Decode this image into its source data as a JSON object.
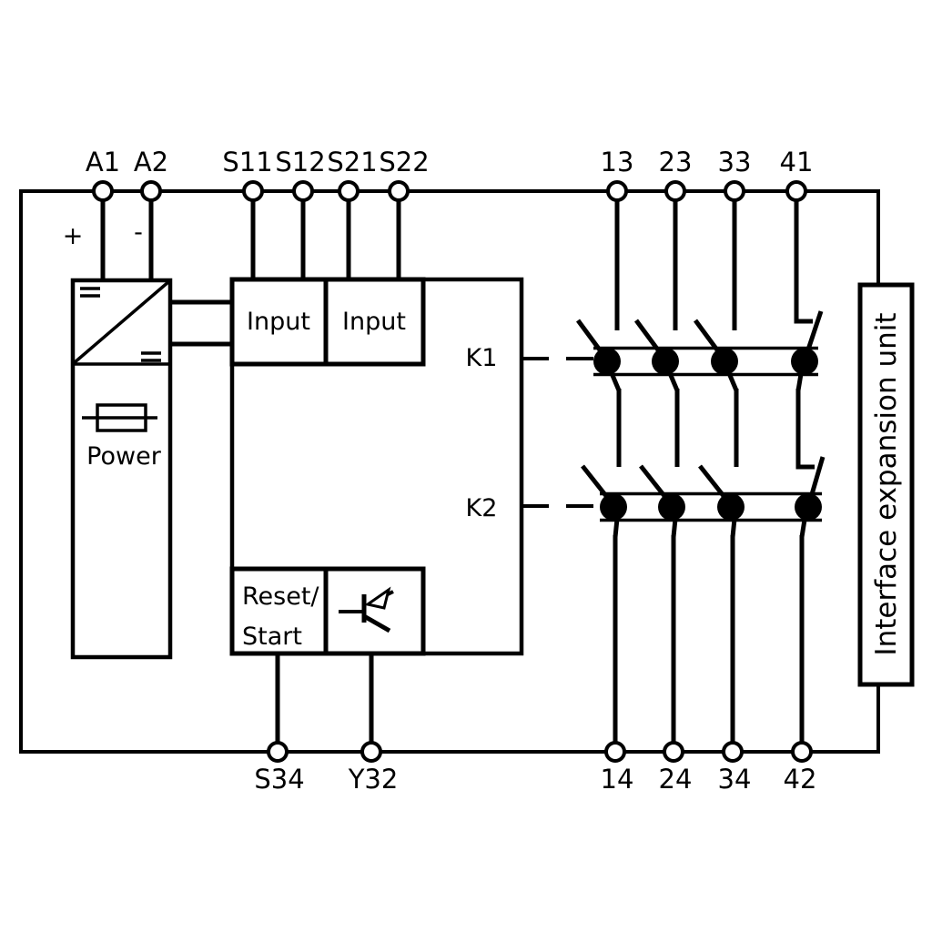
{
  "colors": {
    "line": "#000000",
    "background": "#ffffff"
  },
  "labels": {
    "top_terminals": [
      "A1",
      "A2",
      "S11",
      "S12",
      "S21",
      "S22",
      "13",
      "23",
      "33",
      "41"
    ],
    "bottom_terminals": [
      "S34",
      "Y32",
      "14",
      "24",
      "34",
      "42"
    ],
    "polarity_plus": "+",
    "polarity_minus": "-",
    "power": "Power",
    "input_left": "Input",
    "input_right": "Input",
    "reset_line1": "Reset/",
    "reset_line2": "Start",
    "relay_k1": "K1",
    "relay_k2": "K2",
    "expansion_unit": "Interface expansion unit"
  }
}
